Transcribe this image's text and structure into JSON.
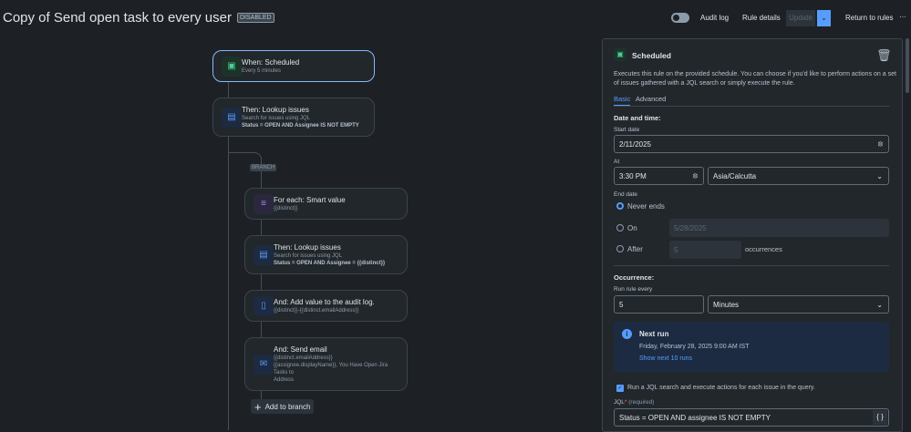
{
  "header": {
    "title": "Copy of Send open task to every user",
    "status_badge": "DISABLED",
    "audit_log": "Audit log",
    "rule_details": "Rule details",
    "update": "Update",
    "return": "Return to rules",
    "more": "…"
  },
  "canvas": {
    "trigger": {
      "title": "When: Scheduled",
      "sub": "Every 5 minutes"
    },
    "lookup": {
      "title": "Then: Lookup issues",
      "sub": "Search for issues using JQL",
      "query": "Status = OPEN AND Assignee IS NOT EMPTY"
    },
    "branch_tag": "BRANCH",
    "foreach": {
      "title": "For each: Smart value",
      "sub": "{{distinct}}"
    },
    "lookup2": {
      "title": "Then: Lookup issues",
      "sub": "Search for issues using JQL",
      "query": "Status = OPEN AND Assignee = {{distinct}}"
    },
    "audit": {
      "title": "And: Add value to the audit log.",
      "sub": "{{distinct}}-{{distinct.emailAddress}}"
    },
    "email": {
      "title": "And: Send email",
      "line1": "{{distinct.emailAddress}}",
      "line2": "{{assignee.displayName}}, You Have Open Jira Tasks to",
      "line3": "Address"
    },
    "add_to_branch": "Add to branch"
  },
  "panel": {
    "title": "Scheduled",
    "description": "Executes this rule on the provided schedule. You can choose if you'd like to perform actions on a set of issues gathered with a JQL search or simply execute the rule.",
    "tabs": [
      "Basic",
      "Advanced"
    ],
    "active_tab": "Basic",
    "date_time_heading": "Date and time:",
    "start_date_label": "Start date",
    "start_date": "2/11/2025",
    "at_label": "At",
    "at": "3:30 PM",
    "timezone": "Asia/Calcutta",
    "end_date_label": "End date",
    "never_ends": "Never ends",
    "on": "On",
    "on_date": "5/28/2025",
    "after": "After",
    "after_value": "5",
    "occurrences": "occurrences",
    "end_selected": "Never ends",
    "occurrence_heading": "Occurrence:",
    "run_every_label": "Run rule every",
    "run_every": "5",
    "unit": "Minutes",
    "next_run_title": "Next run",
    "next_run": "Friday, February 28, 2025 9:00 AM IST",
    "show_next": "Show next 10 runs",
    "jql_checkbox": "Run a JQL search and execute actions for each issue in the query.",
    "jql_checked": true,
    "jql_label": "JQL",
    "jql_required": "(required)",
    "jql": "Status = OPEN AND assignee IS NOT EMPTY",
    "jql_btn": "{ }"
  },
  "colors": {
    "accent": "#579dff",
    "selected_border": "#85b8ff",
    "trigger_icon": "#4bce97",
    "info_bg": "#1c2b41"
  }
}
